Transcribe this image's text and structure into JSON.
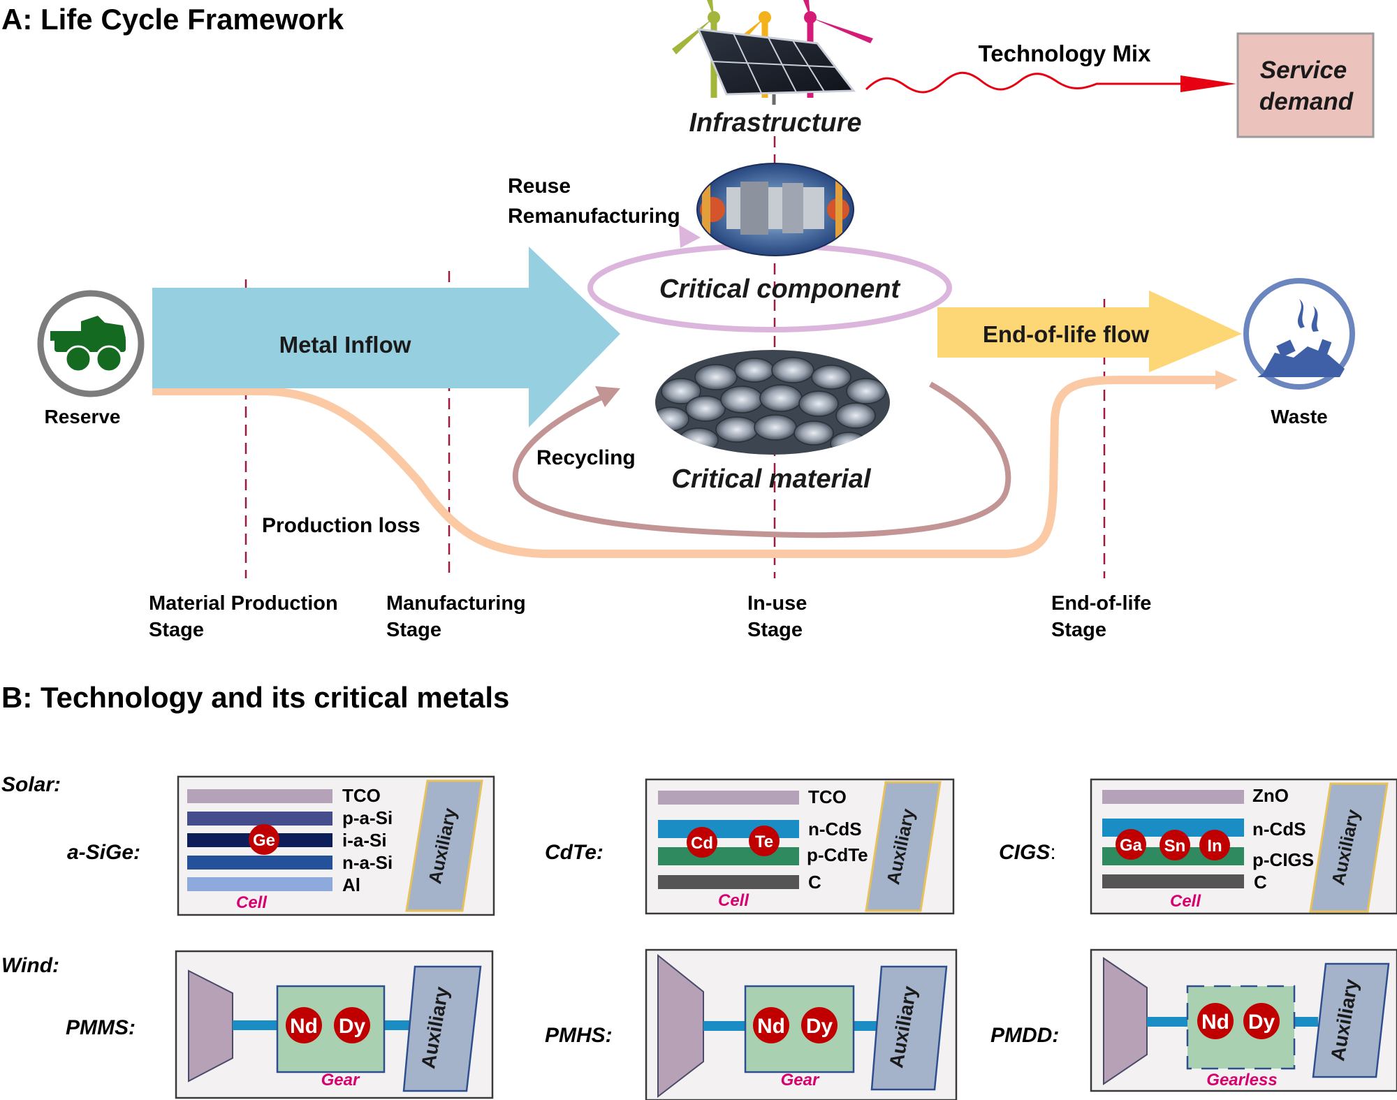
{
  "section_a": {
    "title": "A: Life Cycle Framework",
    "infrastructure": "Infrastructure",
    "technology_mix": "Technology Mix",
    "service_demand_line1": "Service",
    "service_demand_line2": "demand",
    "reuse": "Reuse",
    "remanufacturing": "Remanufacturing",
    "critical_component": "Critical component",
    "critical_material": "Critical material",
    "recycling": "Recycling",
    "metal_inflow": "Metal Inflow",
    "end_of_life_flow": "End-of-life flow",
    "reserve": "Reserve",
    "waste": "Waste",
    "production_loss": "Production loss",
    "stages": [
      {
        "line1": "Material Production",
        "line2": "Stage"
      },
      {
        "line1": "Manufacturing",
        "line2": "Stage"
      },
      {
        "line1": "In-use",
        "line2": "Stage"
      },
      {
        "line1": "End-of-life",
        "line2": "Stage"
      }
    ],
    "colors": {
      "metal_inflow": "#96cfe0",
      "end_of_life": "#fdd775",
      "production_loss": "#fbc9a4",
      "reuse_loop": "#dcb5dc",
      "recycling_loop": "#c29494",
      "service_box": "#ecc2bc",
      "tech_mix_arrow": "#e60012"
    }
  },
  "section_b": {
    "title": "B: Technology and its critical metals",
    "solar_label": "Solar:",
    "wind_label": "Wind:",
    "auxiliary": "Auxiliary",
    "solar": [
      {
        "name": "a-SiGe:",
        "layers": [
          "TCO",
          "p-a-Si",
          "i-a-Si",
          "n-a-Si",
          "Al"
        ],
        "metals": [
          "Ge"
        ],
        "part": "Cell"
      },
      {
        "name": "CdTe:",
        "layers": [
          "TCO",
          "n-CdS",
          "p-CdTe",
          "C"
        ],
        "metals": [
          "Cd",
          "Te"
        ],
        "part": "Cell"
      },
      {
        "name_main": "CIGS",
        "name_colon": ":",
        "layers": [
          "ZnO",
          "n-CdS",
          "p-CIGS",
          "C"
        ],
        "metals": [
          "Ga",
          "Sn",
          "In"
        ],
        "part": "Cell"
      }
    ],
    "wind": [
      {
        "name": "PMMS:",
        "metals": [
          "Nd",
          "Dy"
        ],
        "part": "Gear"
      },
      {
        "name": "PMHS:",
        "metals": [
          "Nd",
          "Dy"
        ],
        "part": "Gear"
      },
      {
        "name": "PMDD:",
        "metals": [
          "Nd",
          "Dy"
        ],
        "part": "Gearless"
      }
    ],
    "colors": {
      "metal_circle": "#c00000",
      "part_label": "#d6006f",
      "auxiliary_fill": "#a4b3c9",
      "gear_fill": "#a9d0b0"
    }
  }
}
